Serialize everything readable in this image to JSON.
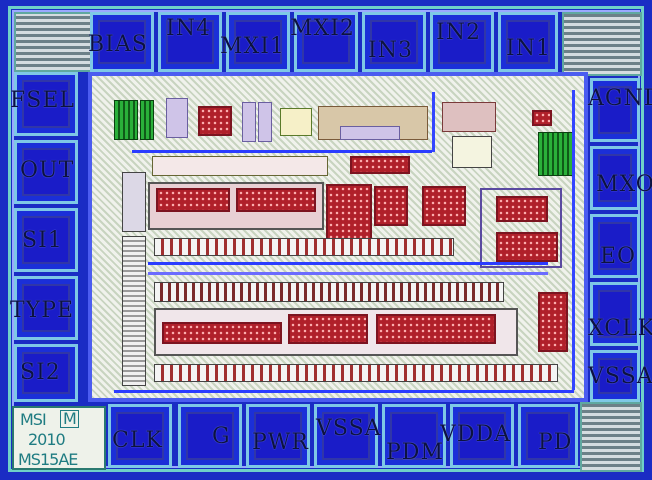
{
  "pads": {
    "top": [
      "BIAS",
      "IN4",
      "MXI1",
      "MXI2",
      "IN3",
      "IN2",
      "IN1"
    ],
    "left": [
      "FSEL",
      "OUT",
      "SI1",
      "TYPE",
      "SI2"
    ],
    "right": [
      "AGND",
      "MXO",
      "EO",
      "XCLK",
      "VSSA"
    ],
    "bottom": [
      "CLK",
      "G",
      "PWR",
      "VSSA",
      "PDM",
      "VDDA",
      "PD"
    ]
  },
  "logo": {
    "line1": "MSI",
    "line2": "M",
    "line3": "2010",
    "line4": "MS15AE"
  }
}
